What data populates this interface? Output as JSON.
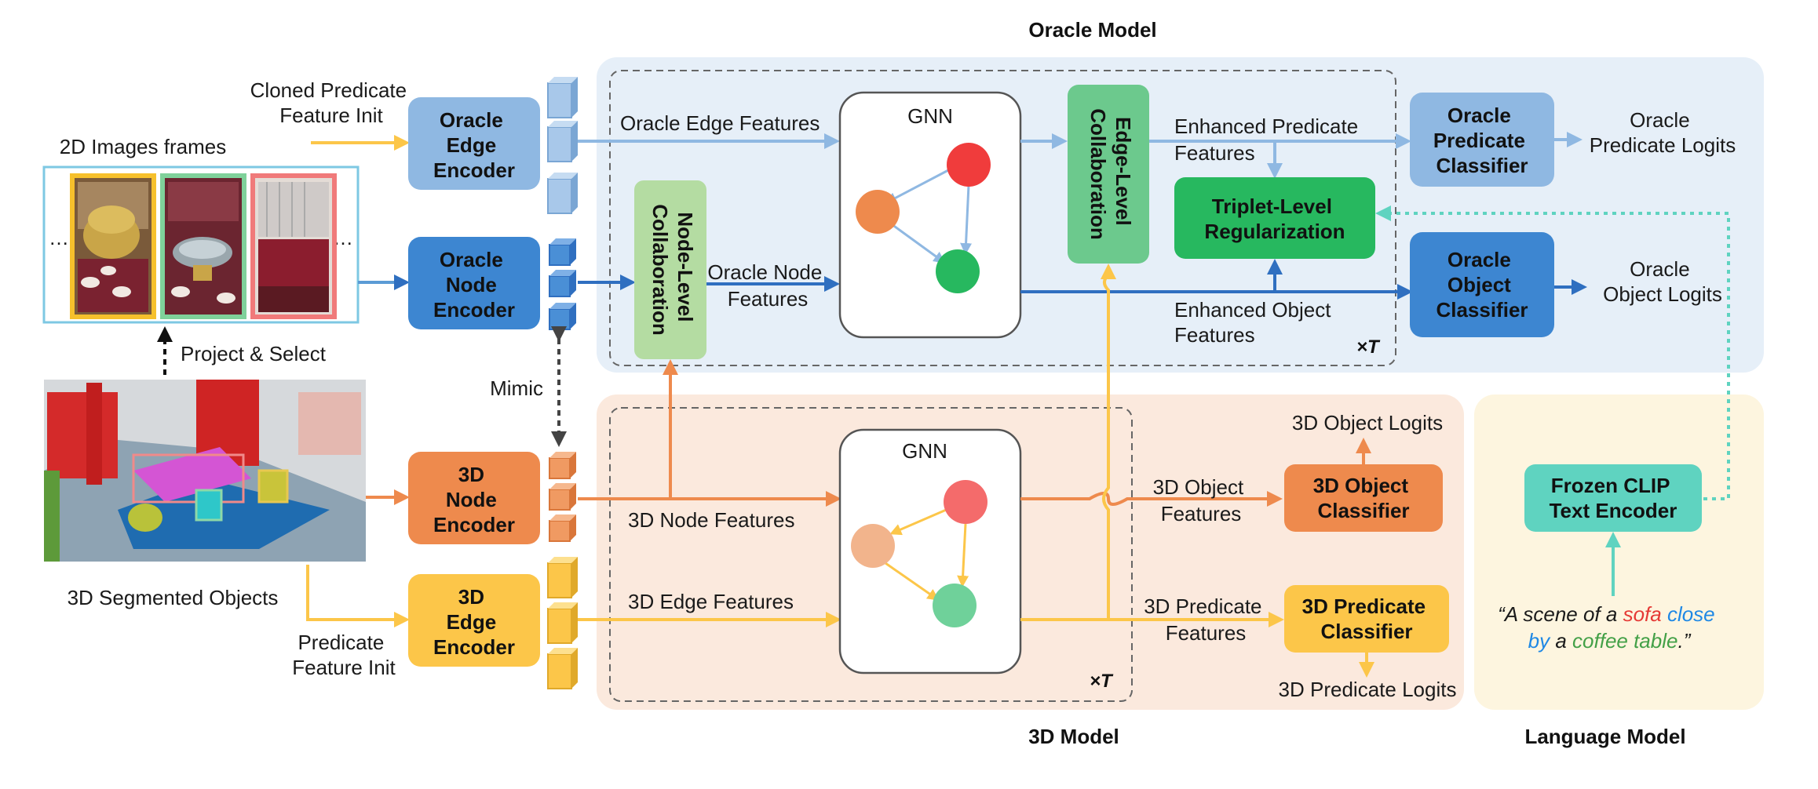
{
  "titles": {
    "oracle_model": "Oracle Model",
    "model_3d": "3D Model",
    "language_model": "Language Model"
  },
  "inputs": {
    "images_label": "2D Images frames",
    "segmented_label": "3D Segmented Objects",
    "project_select": "Project & Select",
    "ellipsis": "…",
    "mimic": "Mimic"
  },
  "encoders": {
    "oracle_edge": [
      "Oracle",
      "Edge",
      "Encoder"
    ],
    "oracle_node": [
      "Oracle",
      "Node",
      "Encoder"
    ],
    "node_3d": [
      "3D",
      "Node",
      "Encoder"
    ],
    "edge_3d": [
      "3D",
      "Edge",
      "Encoder"
    ],
    "clip": [
      "Frozen CLIP",
      "Text Encoder"
    ]
  },
  "init_labels": {
    "cloned_predicate": [
      "Cloned Predicate",
      "Feature Init"
    ],
    "predicate_init": [
      "Predicate",
      "Feature Init"
    ]
  },
  "oracle": {
    "edge_features": "Oracle Edge Features",
    "node_features": [
      "Oracle Node",
      "Features"
    ],
    "gnn": "GNN",
    "node_collab": [
      "Node-Level",
      "Collaboration"
    ],
    "edge_collab": [
      "Edge-Level",
      "Collaboration"
    ],
    "enhanced_predicate": [
      "Enhanced Predicate",
      "Features"
    ],
    "enhanced_object": [
      "Enhanced Object",
      "Features"
    ],
    "triplet": [
      "Triplet-Level",
      "Regularization"
    ],
    "predicate_classifier": [
      "Oracle",
      "Predicate",
      "Classifier"
    ],
    "object_classifier": [
      "Oracle",
      "Object",
      "Classifier"
    ],
    "predicate_logits": [
      "Oracle",
      "Predicate Logits"
    ],
    "object_logits": [
      "Oracle",
      "Object Logits"
    ],
    "repeat": "×T"
  },
  "model3d": {
    "node_features": "3D Node Features",
    "edge_features": "3D Edge Features",
    "gnn": "GNN",
    "object_features": [
      "3D Object",
      "Features"
    ],
    "predicate_features": [
      "3D Predicate",
      "Features"
    ],
    "object_classifier": [
      "3D Object",
      "Classifier"
    ],
    "predicate_classifier": [
      "3D Predicate",
      "Classifier"
    ],
    "object_logits": "3D Object Logits",
    "predicate_logits": "3D Predicate Logits",
    "repeat": "×T"
  },
  "language": {
    "quote_parts": [
      {
        "text": "“A scene of a ",
        "color": "#1a1a1a"
      },
      {
        "text": "sofa",
        "color": "#e53935"
      },
      {
        "text": " close",
        "color": "#1e88e5"
      }
    ],
    "quote_parts_2": [
      {
        "text": "by",
        "color": "#1e88e5"
      },
      {
        "text": " a ",
        "color": "#1a1a1a"
      },
      {
        "text": "coffee table",
        "color": "#43a047"
      },
      {
        "text": ".”",
        "color": "#1a1a1a"
      }
    ]
  },
  "colors": {
    "oracle_light": "#8fb8e2",
    "oracle_dark": "#2f6fc0",
    "orange": "#ee8a4d",
    "yellow": "#fcc649",
    "green_light": "#b4dca2",
    "green_mid": "#6cc98d",
    "green_dark": "#27b85f",
    "teal": "#5fd3c0",
    "oracle_bg": "#e6eff8",
    "model3d_bg": "#fbe9dd",
    "language_bg": "#fdf5df"
  }
}
